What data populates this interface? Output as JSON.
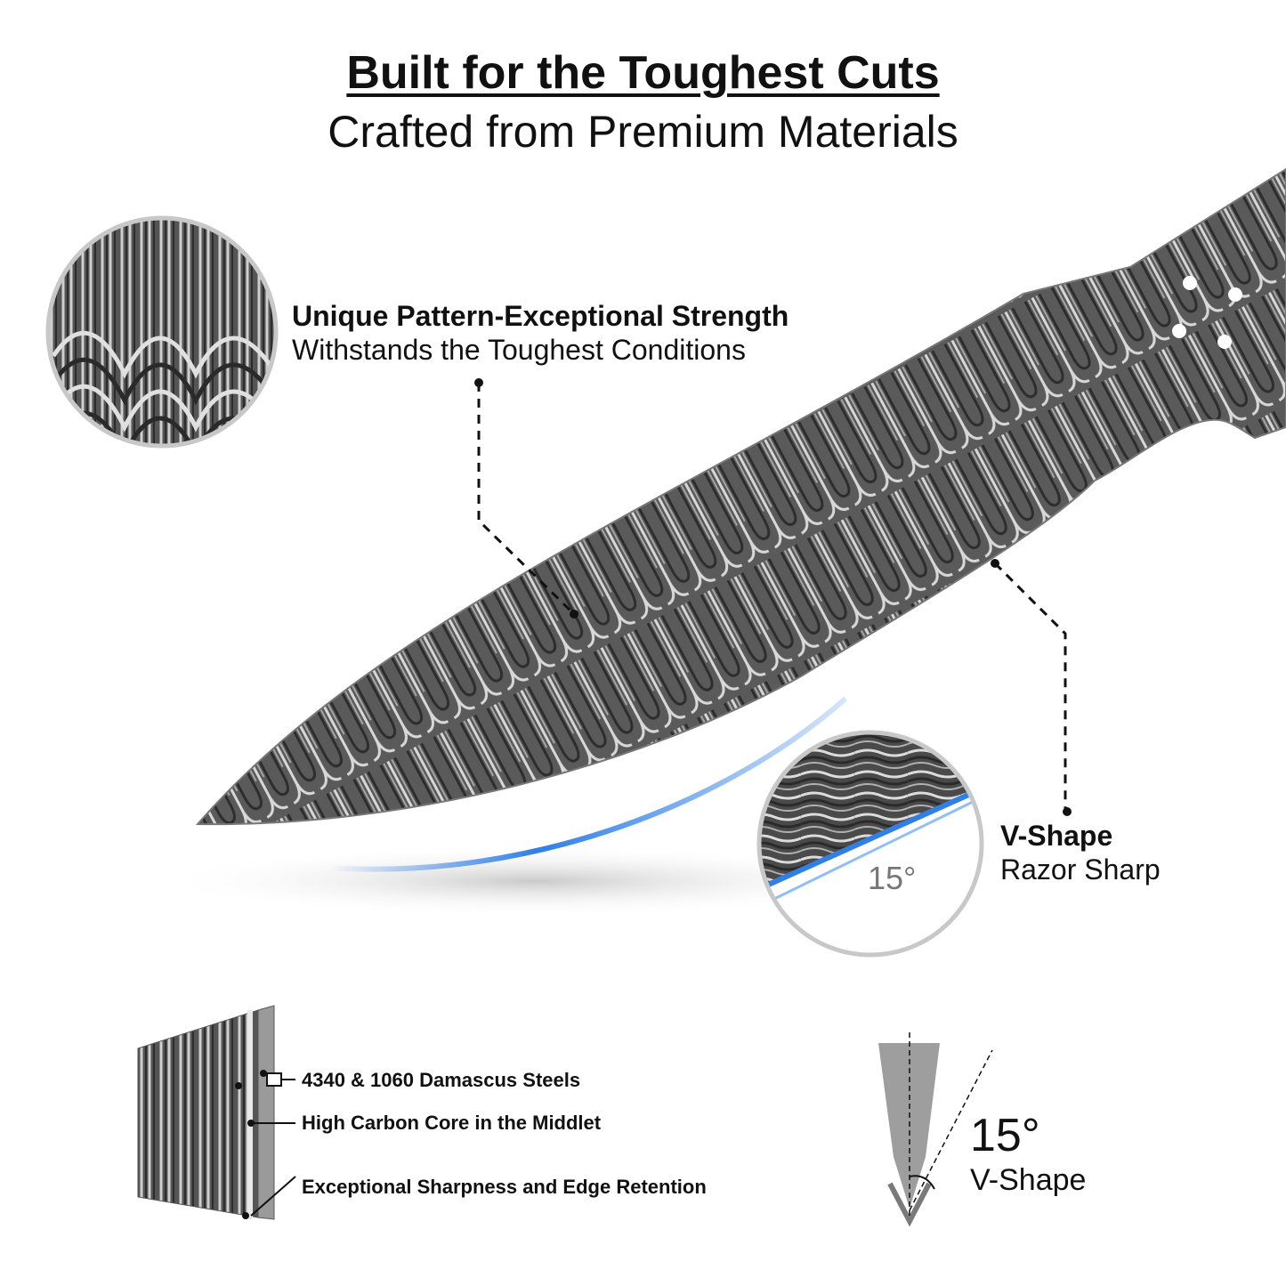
{
  "header": {
    "title": "Built for the Toughest Cuts",
    "subtitle": "Crafted from Premium Materials"
  },
  "callouts": {
    "pattern": {
      "title": "Unique Pattern-Exceptional Strength",
      "text": "Withstands the Toughest Conditions"
    },
    "edge": {
      "title": "V-Shape",
      "text": "Razor Sharp",
      "angle": "15°"
    }
  },
  "layers": {
    "steels": "4340 & 1060 Damascus Steels",
    "core": "High Carbon Core in the Middlet",
    "retention": "Exceptional Sharpness and Edge Retention"
  },
  "vshape_diagram": {
    "angle": "15°",
    "label": "V-Shape"
  },
  "colors": {
    "accent_blue": "#2f7fe6",
    "steel_dark": "#3c3c3c",
    "steel_light": "#bdbdbd",
    "text": "#111111"
  }
}
